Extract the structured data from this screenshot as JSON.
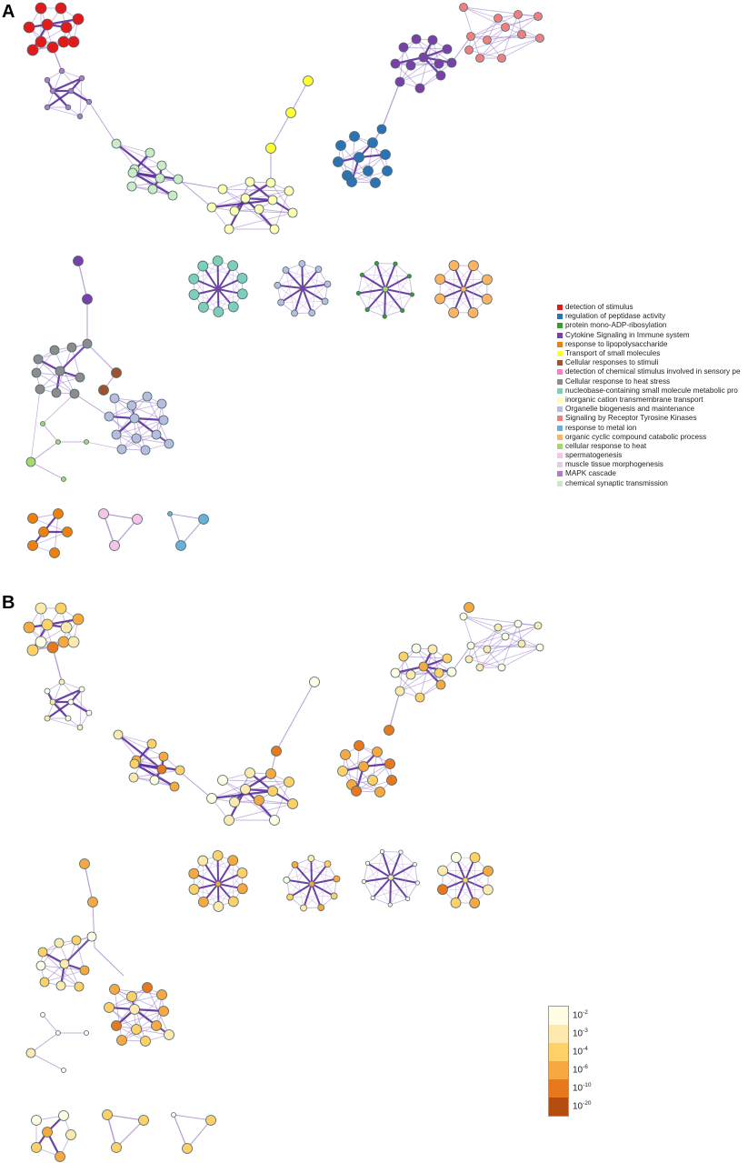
{
  "figure": {
    "panels": [
      {
        "label": "A"
      },
      {
        "label": "B"
      }
    ]
  },
  "legend_a": {
    "items": [
      {
        "label": "detection of stimulus",
        "color": "#e31a1c"
      },
      {
        "label": "regulation of peptidase activity",
        "color": "#2c73b5"
      },
      {
        "label": "protein mono-ADP-ribosylation",
        "color": "#33a02c"
      },
      {
        "label": "Cytokine Signaling in Immune system",
        "color": "#7b3fa8"
      },
      {
        "label": "response to lipopolysaccharide",
        "color": "#f07f0c"
      },
      {
        "label": "Transport of small molecules",
        "color": "#ffff33"
      },
      {
        "label": "Cellular responses to stimuli",
        "color": "#a0522d"
      },
      {
        "label": "detection of chemical stimulus involved in sensory pe",
        "color": "#f781bf"
      },
      {
        "label": "Cellular response to heat stress",
        "color": "#8c8c8c"
      },
      {
        "label": "nucleobase-containing small molecule metabolic pro",
        "color": "#7fcdbb"
      },
      {
        "label": "inorganic cation transmembrane transport",
        "color": "#ffffb3"
      },
      {
        "label": "Organelle biogenesis and maintenance",
        "color": "#b8bde0"
      },
      {
        "label": "Signaling by Receptor Tyrosine Kinases",
        "color": "#f08080"
      },
      {
        "label": "response to metal ion",
        "color": "#6baed6"
      },
      {
        "label": "organic cyclic compound catabolic process",
        "color": "#fdb462"
      },
      {
        "label": "cellular response to heat",
        "color": "#a6d96a"
      },
      {
        "label": "spermatogenesis",
        "color": "#f6c4e6"
      },
      {
        "label": "muscle tissue morphogenesis",
        "color": "#e0cfe9"
      },
      {
        "label": "MAPK cascade",
        "color": "#b07cc6"
      },
      {
        "label": "chemical synaptic transmission",
        "color": "#ccebc5"
      }
    ]
  },
  "scale_b": {
    "items": [
      {
        "base": "10",
        "exp": "-2",
        "color": "#fffde4"
      },
      {
        "base": "10",
        "exp": "-3",
        "color": "#fde9ad"
      },
      {
        "base": "10",
        "exp": "-4",
        "color": "#fdd068"
      },
      {
        "base": "10",
        "exp": "-6",
        "color": "#f7a840"
      },
      {
        "base": "10",
        "exp": "-10",
        "color": "#e8781e"
      },
      {
        "base": "10",
        "exp": "-20",
        "color": "#b34c0c"
      }
    ]
  },
  "network": {
    "clusters_a": [
      {
        "term": "detection of stimulus",
        "color": "#e31a1c"
      },
      {
        "term": "MAPK cascade",
        "color": "#b07cc6"
      },
      {
        "term": "chemical synaptic transmission",
        "color": "#ccebc5"
      },
      {
        "term": "inorganic cation transmembrane transport",
        "color": "#ffffb3"
      },
      {
        "term": "Transport of small molecules",
        "color": "#ffff33"
      },
      {
        "term": "Cytokine Signaling in Immune system",
        "color": "#7b3fa8"
      },
      {
        "term": "Signaling by Receptor Tyrosine Kinases",
        "color": "#f08080"
      },
      {
        "term": "regulation of peptidase activity",
        "color": "#2c73b5"
      },
      {
        "term": "nucleobase-containing small molecule metabolic pro",
        "color": "#7fcdbb"
      },
      {
        "term": "Organelle biogenesis and maintenance",
        "color": "#b8bde0"
      },
      {
        "term": "protein mono-ADP-ribosylation",
        "color": "#33a02c"
      },
      {
        "term": "organic cyclic compound catabolic process",
        "color": "#fdb462"
      },
      {
        "term": "Cellular response to heat stress",
        "color": "#8c8c8c"
      },
      {
        "term": "Cellular responses to stimuli",
        "color": "#a0522d"
      },
      {
        "term": "cellular response to heat",
        "color": "#a6d96a"
      },
      {
        "term": "response to lipopolysaccharide",
        "color": "#f07f0c"
      },
      {
        "term": "spermatogenesis",
        "color": "#f6c4e6"
      },
      {
        "term": "response to metal ion",
        "color": "#6baed6"
      }
    ]
  }
}
